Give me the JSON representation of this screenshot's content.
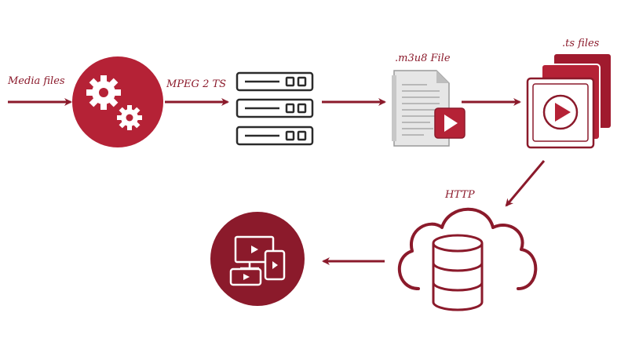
{
  "diagram": {
    "labels": {
      "media_files": "Media files",
      "mpeg_ts": "MPEG 2 TS",
      "m3u8_file": ".m3u8 File",
      "ts_files": ".ts files",
      "http": "HTTP"
    },
    "colors": {
      "accent": "#8b1a2b",
      "accent_light": "#b52236",
      "server_line": "#2b2b2b",
      "document_gray": "#d9d9d9"
    },
    "icons": {
      "gears": "gears-icon",
      "server": "server-stack-icon",
      "document": "document-play-icon",
      "ts_stack": "stacked-play-files-icon",
      "cloud_db": "cloud-database-icon",
      "devices": "multi-device-icon"
    }
  }
}
